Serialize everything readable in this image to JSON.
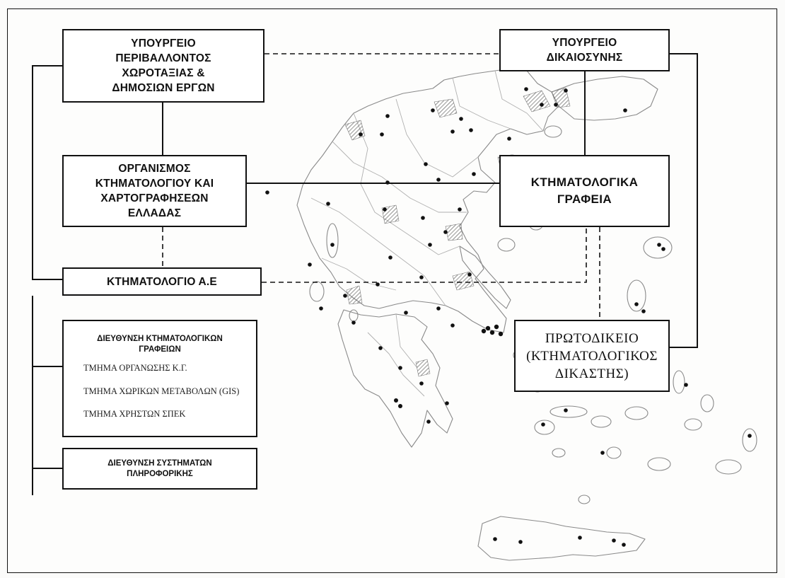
{
  "diagram": {
    "ministry_environment": [
      "ΥΠΟΥΡΓΕΙΟ",
      "ΠΕΡΙΒΑΛΛΟΝΤΟΣ",
      "ΧΩΡΟΤΑΞΙΑΣ &",
      "ΔΗΜΟΣΙΩΝ ΕΡΓΩΝ"
    ],
    "ministry_justice": [
      "ΥΠΟΥΡΓΕΙΟ",
      "ΔΙΚΑΙΟΣΥΝΗΣ"
    ],
    "cadastre_org": [
      "ΟΡΓΑΝΙΣΜΟΣ",
      "ΚΤΗΜΑΤΟΛΟΓΙΟΥ ΚΑΙ",
      "ΧΑΡΤΟΓΡΑΦΗΣΕΩΝ",
      "ΕΛΛΑΔΑΣ"
    ],
    "cadastral_offices": [
      "ΚΤΗΜΑΤΟΛΟΓΙΚΑ",
      "ΓΡΑΦΕΙΑ"
    ],
    "ktimatologio_sa": "ΚΤΗΜΑΤΟΛΟΓΙΟ Α.Ε",
    "court": [
      "ΠΡΩΤΟΔΙΚΕΙΟ",
      "(ΚΤΗΜΑΤΟΛΟΓΙΚΟΣ",
      "ΔΙΚΑΣΤΗΣ)"
    ],
    "directorate_cadastral_offices": {
      "title": [
        "ΔΙΕΥΘΥΝΣΗ ΚΤΗΜΑΤΟΛΟΓΙΚΩΝ",
        "ΓΡΑΦΕΙΩΝ"
      ],
      "departments": [
        "ΤΜΗΜΑ ΟΡΓΑΝΩΣΗΣ Κ.Γ.",
        "ΤΜΗΜΑ ΧΩΡΙΚΩΝ ΜΕΤΑΒΟΛΩΝ (GIS)",
        "ΤΜΗΜΑ ΧΡΗΣΤΩΝ ΣΠΕΚ"
      ]
    },
    "directorate_it": [
      "ΔΙΕΥΘΥΝΣΗ ΣΥΣΤΗΜΑΤΩΝ",
      "ΠΛΗΡΟΦΟΡΙΚΗΣ"
    ]
  },
  "map": {
    "subject": "Greece",
    "marker_color": "#111111",
    "hatch_color": "#555555",
    "border_color": "#8a8a8a"
  }
}
